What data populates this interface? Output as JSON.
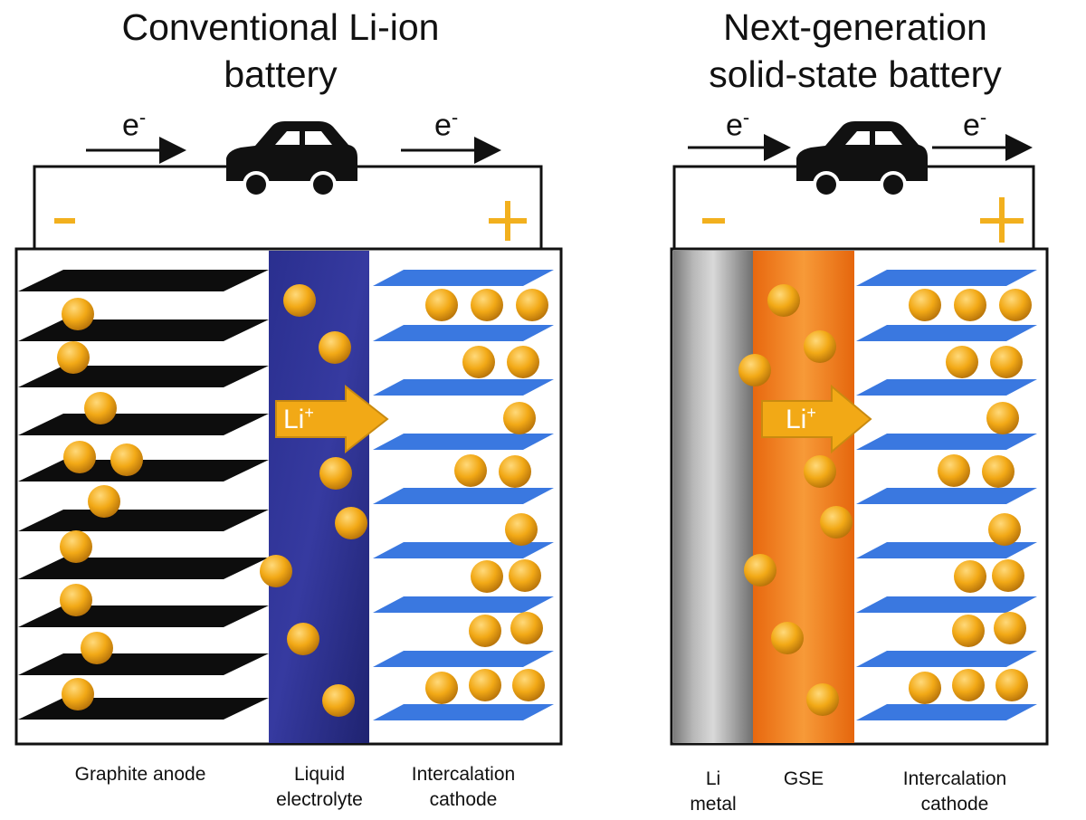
{
  "left_panel": {
    "title_line1": "Conventional Li-ion",
    "title_line2": "battery",
    "electron_left": "e",
    "electron_right": "e",
    "electron_sup": "-",
    "minus": "-",
    "plus": "+",
    "ion_label": "Li",
    "ion_sup": "+",
    "label_anode": "Graphite anode",
    "label_electrolyte_1": "Liquid",
    "label_electrolyte_2": "electrolyte",
    "label_cathode_1": "Intercalation",
    "label_cathode_2": "cathode"
  },
  "right_panel": {
    "title_line1": "Next-generation",
    "title_line2": "solid-state battery",
    "electron_left": "e",
    "electron_right": "e",
    "electron_sup": "-",
    "minus": "-",
    "plus": "+",
    "ion_label": "Li",
    "ion_sup": "+",
    "label_metal_1": "Li",
    "label_metal_2": "metal",
    "label_gse": "GSE",
    "label_cathode_1": "Intercalation",
    "label_cathode_2": "cathode"
  },
  "colors": {
    "ion": "#f2a916",
    "terminal_sign": "#f2b01e",
    "electrolyte": "#2a2f8f",
    "graphite_layer": "#0d0d0d",
    "cathode_layer": "#3a78e0",
    "li_metal": "#a9a9a9",
    "gse": "#f07a16"
  }
}
